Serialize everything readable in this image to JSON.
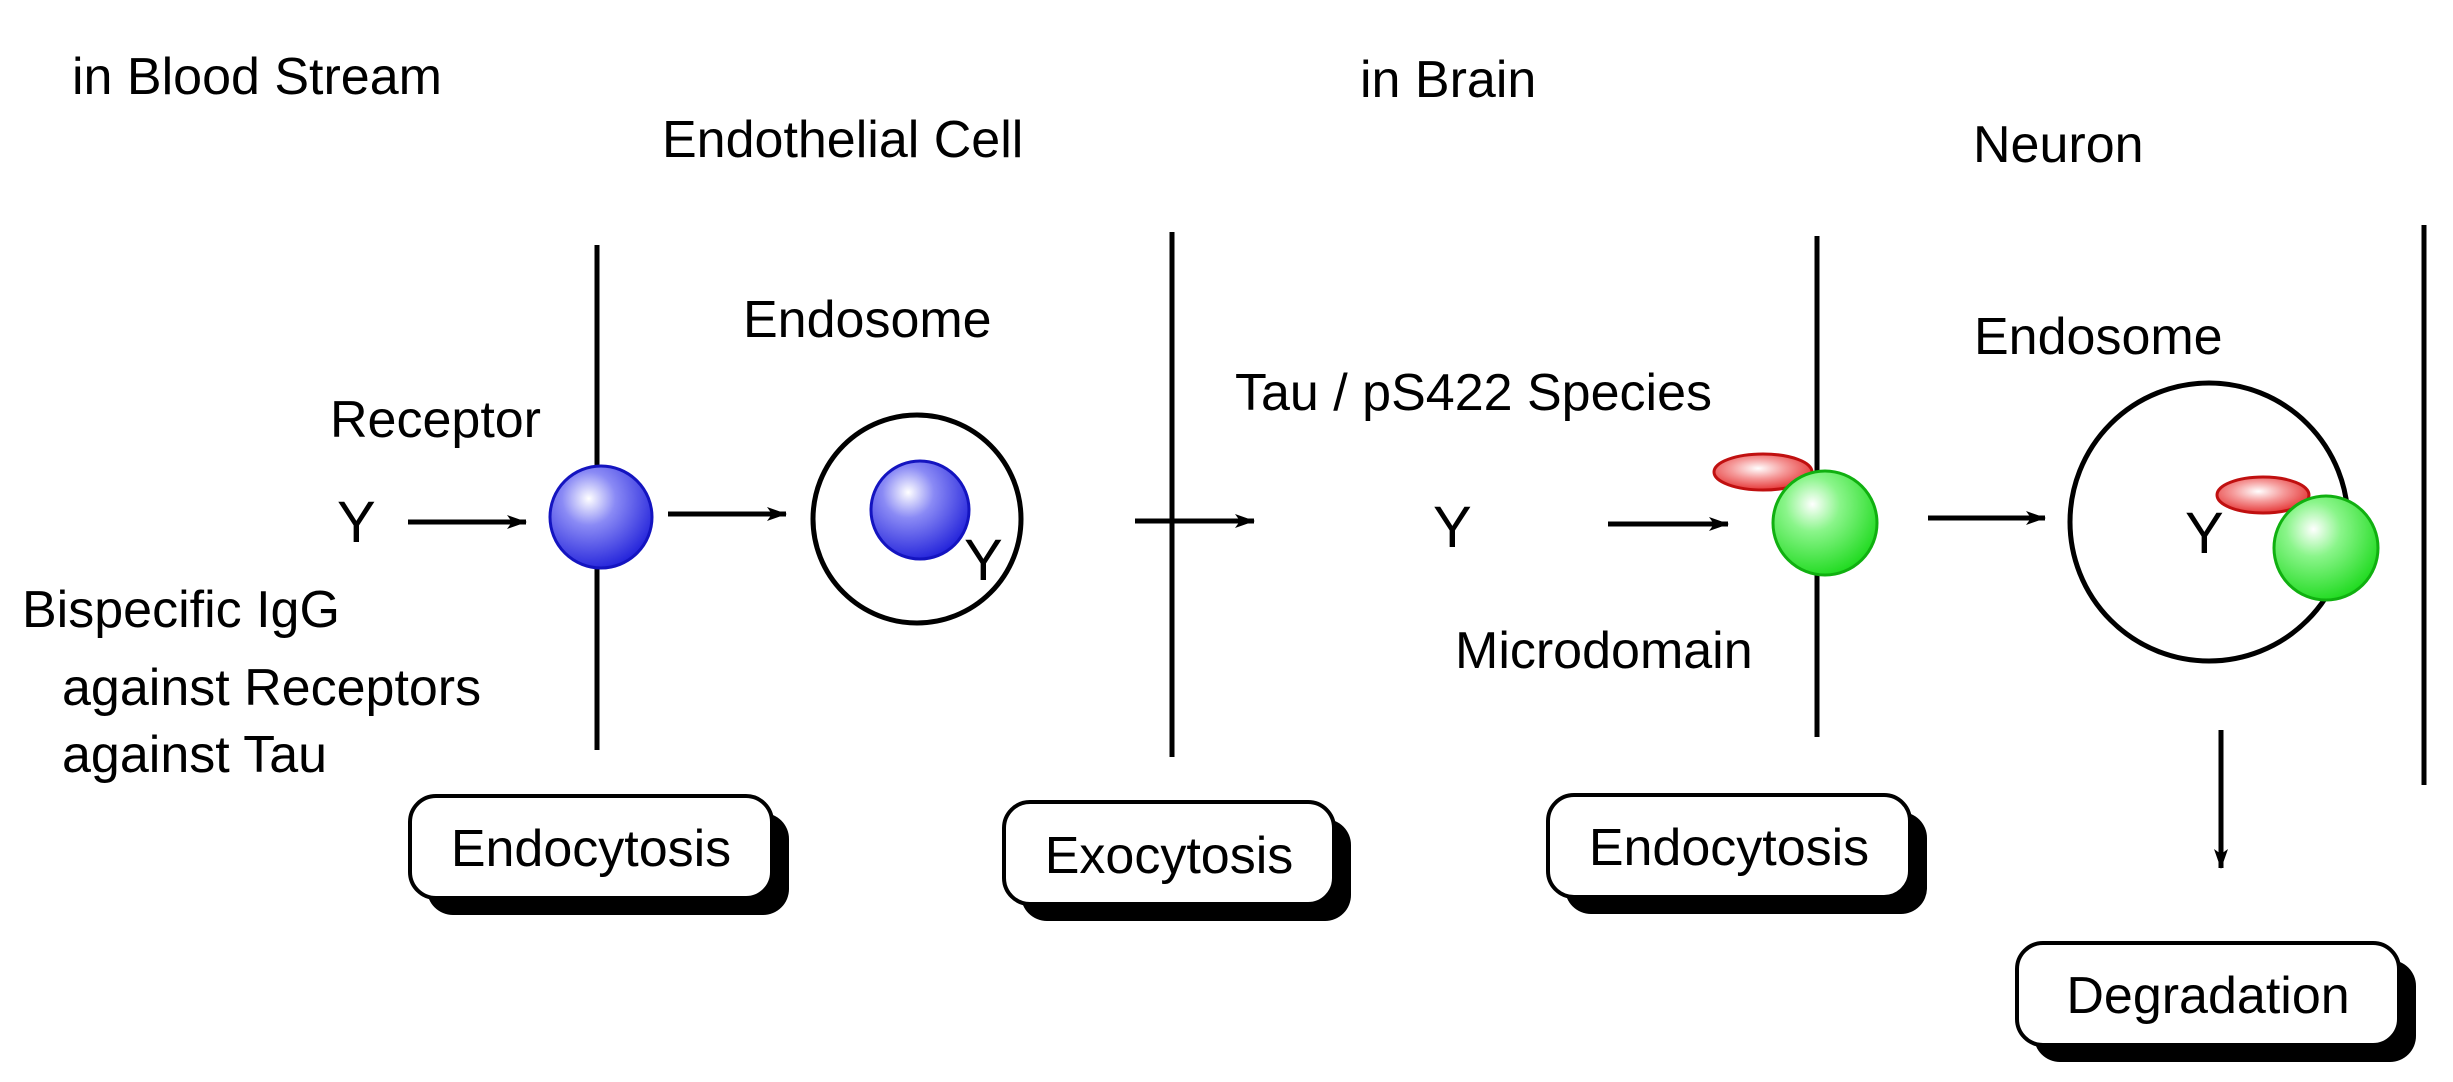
{
  "labels": {
    "blood_stream": "in Blood Stream",
    "endothelial_cell": "Endothelial Cell",
    "brain": "in Brain",
    "neuron": "Neuron",
    "endosome_left": "Endosome",
    "endosome_right": "Endosome",
    "receptor": "Receptor",
    "tau_species": "Tau / pS422 Species",
    "microdomain": "Microdomain",
    "bispecific": "Bispecific IgG",
    "against_receptors": "against Receptors",
    "against_tau": "against Tau",
    "antibody_symbol": "Y"
  },
  "steps": {
    "endocytosis_1": "Endocytosis",
    "exocytosis": "Exocytosis",
    "endocytosis_2": "Endocytosis",
    "degradation": "Degradation"
  },
  "colors": {
    "receptor_blue": "#2d2de6",
    "microdomain_green": "#22e822",
    "tau_red": "#e81e1e",
    "ink": "#000000"
  }
}
